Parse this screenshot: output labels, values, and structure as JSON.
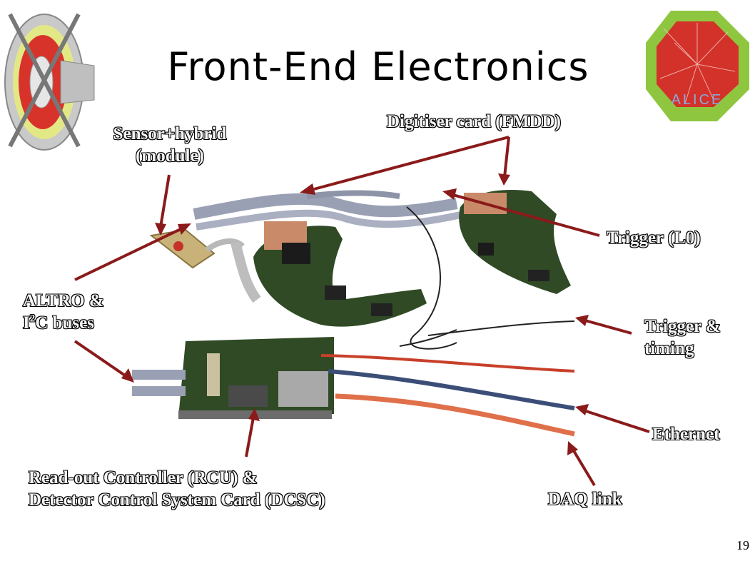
{
  "slide": {
    "title": "Front-End Electronics",
    "page_number": "19"
  },
  "labels": {
    "sensor_line1": "Sensor+hybrid",
    "sensor_line2": "(module)",
    "digitiser": "Digitiser card (FMDD)",
    "trigger_l0": "Trigger (L0)",
    "altro_line1": "ALTRO &",
    "altro_I": "I",
    "altro_sup": "2",
    "altro_rest": "C buses",
    "trigger_timing_line1": "Trigger &",
    "trigger_timing_line2": "timing",
    "ethernet": "Ethernet",
    "daq_link": "DAQ link",
    "rcu_line1": "Read-out Controller (RCU) &",
    "rcu_line2": "Detector Control System Card (DCSC)"
  },
  "logos": {
    "alice_text": "ALICE"
  },
  "colors": {
    "arrow": "#8b1a1a",
    "pcb": "#2f4a25",
    "ribbon": "#9aa0b4",
    "cable_red": "#c8402a",
    "cable_blue": "#3b4e78",
    "octagon_green": "#8fc63f",
    "octagon_red": "#d2322a"
  }
}
